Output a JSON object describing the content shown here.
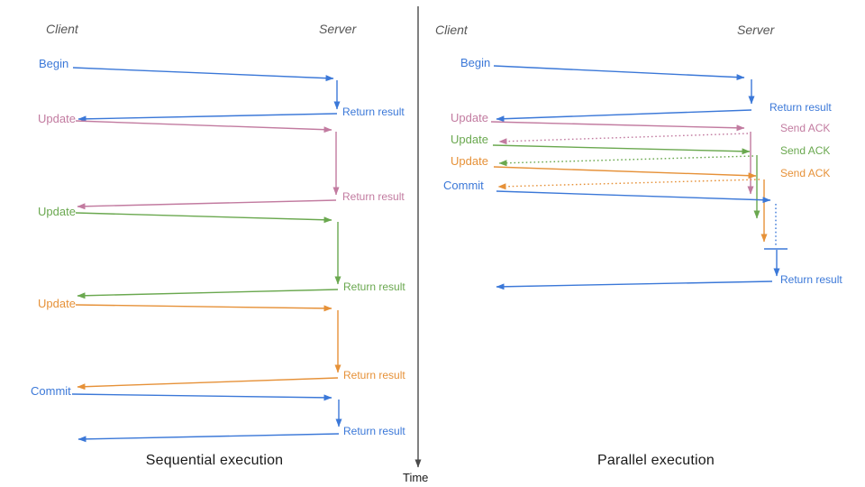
{
  "colors": {
    "blue": "#3b78d8",
    "pink": "#c27ba0",
    "green": "#6aa84f",
    "orange": "#e69138",
    "axis": "#4a4a4a",
    "header": "#565656",
    "caption": "#1a1a1a"
  },
  "left": {
    "client": "Client",
    "server": "Server",
    "caption": "Sequential execution",
    "messages": [
      {
        "request": "Begin",
        "response": "Return result"
      },
      {
        "request": "Update",
        "response": "Return result"
      },
      {
        "request": "Update",
        "response": "Return result"
      },
      {
        "request": "Update",
        "response": "Return result"
      },
      {
        "request": "Commit",
        "response": "Return result"
      }
    ]
  },
  "right": {
    "client": "Client",
    "server": "Server",
    "caption": "Parallel execution",
    "messages": [
      {
        "request": "Begin",
        "response": "Return result"
      },
      {
        "request": "Update",
        "response": "Send ACK"
      },
      {
        "request": "Update",
        "response": "Send ACK"
      },
      {
        "request": "Update",
        "response": "Send ACK"
      },
      {
        "request": "Commit",
        "response": "Return result"
      }
    ]
  },
  "time_axis": {
    "label": "Time"
  }
}
